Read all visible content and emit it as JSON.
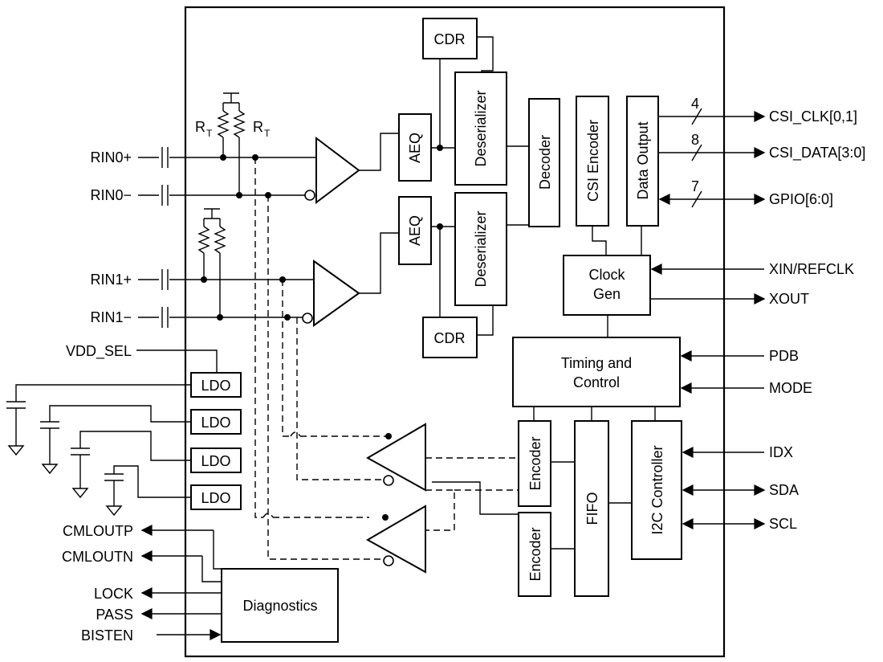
{
  "blocks": {
    "cdr_top": "CDR",
    "cdr_bottom": "CDR",
    "aeq0": "AEQ",
    "aeq1": "AEQ",
    "deserializer0": "Deserializer",
    "deserializer1": "Deserializer",
    "decoder": "Decoder",
    "csi_encoder": "CSI Encoder",
    "data_output": "Data Output",
    "clock_gen_line1": "Clock",
    "clock_gen_line2": "Gen",
    "timing_line1": "Timing and",
    "timing_line2": "Control",
    "ldo1": "LDO",
    "ldo2": "LDO",
    "ldo3": "LDO",
    "ldo4": "LDO",
    "encoder1": "Encoder",
    "encoder2": "Encoder",
    "fifo": "FIFO",
    "i2c": "I2C Controller",
    "diagnostics": "Diagnostics"
  },
  "resistors": {
    "rt_left": "R",
    "rt_right": "R",
    "subscript": "T"
  },
  "pins_left": {
    "rin0p": "RIN0+",
    "rin0n": "RIN0−",
    "rin1p": "RIN1+",
    "rin1n": "RIN1−",
    "vdd_sel": "VDD_SEL",
    "cmloutp": "CMLOUTP",
    "cmloutn": "CMLOUTN",
    "lock": "LOCK",
    "pass": "PASS",
    "bisten": "BISTEN"
  },
  "pins_right": {
    "csi_clk": "CSI_CLK[0,1]",
    "csi_data": "CSI_DATA[3:0]",
    "gpio": "GPIO[6:0]",
    "xin": "XIN/REFCLK",
    "xout": "XOUT",
    "pdb": "PDB",
    "mode": "MODE",
    "idx": "IDX",
    "sda": "SDA",
    "scl": "SCL"
  },
  "bus_widths": {
    "clk": "4",
    "data": "8",
    "gpio": "7"
  }
}
